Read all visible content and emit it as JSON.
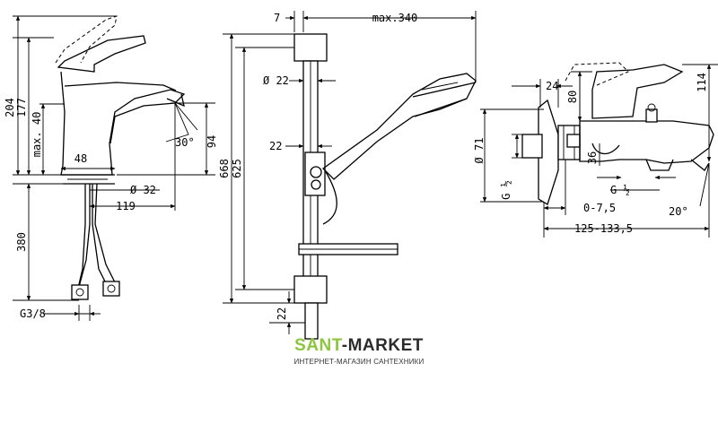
{
  "basin_mixer": {
    "dims": {
      "h_204": "204",
      "h_177": "177",
      "max_40": "max. 40",
      "w_48": "48",
      "d_32": "Ø 32",
      "l_119": "119",
      "h_380": "380",
      "thread": "G3/8",
      "ang_30": "30°",
      "h_94": "94"
    }
  },
  "shower_set": {
    "dims": {
      "d_7": "7",
      "max_340": "max.340",
      "d_22_diam": "Ø 22",
      "h_668": "668",
      "h_625": "625",
      "d_22": "22",
      "d_22_bottom": "22"
    }
  },
  "bath_mixer": {
    "dims": {
      "d_24": "24",
      "d_80": "80",
      "h_114": "114",
      "d_71": "Ø 71",
      "g_half_v": "G ½",
      "d_36": "36",
      "g_half": "G ½",
      "r_075": "0-7,5",
      "ang_20": "20°",
      "r_125": "125-133,5"
    }
  },
  "brand": {
    "sant": "SANT",
    "market": "-MARKET",
    "subtitle": "ИНТЕРНЕТ-МАГАЗИН САНТЕХНИКИ",
    "colors": {
      "sant": "#8cc63f",
      "market": "#2b2b2b"
    }
  }
}
